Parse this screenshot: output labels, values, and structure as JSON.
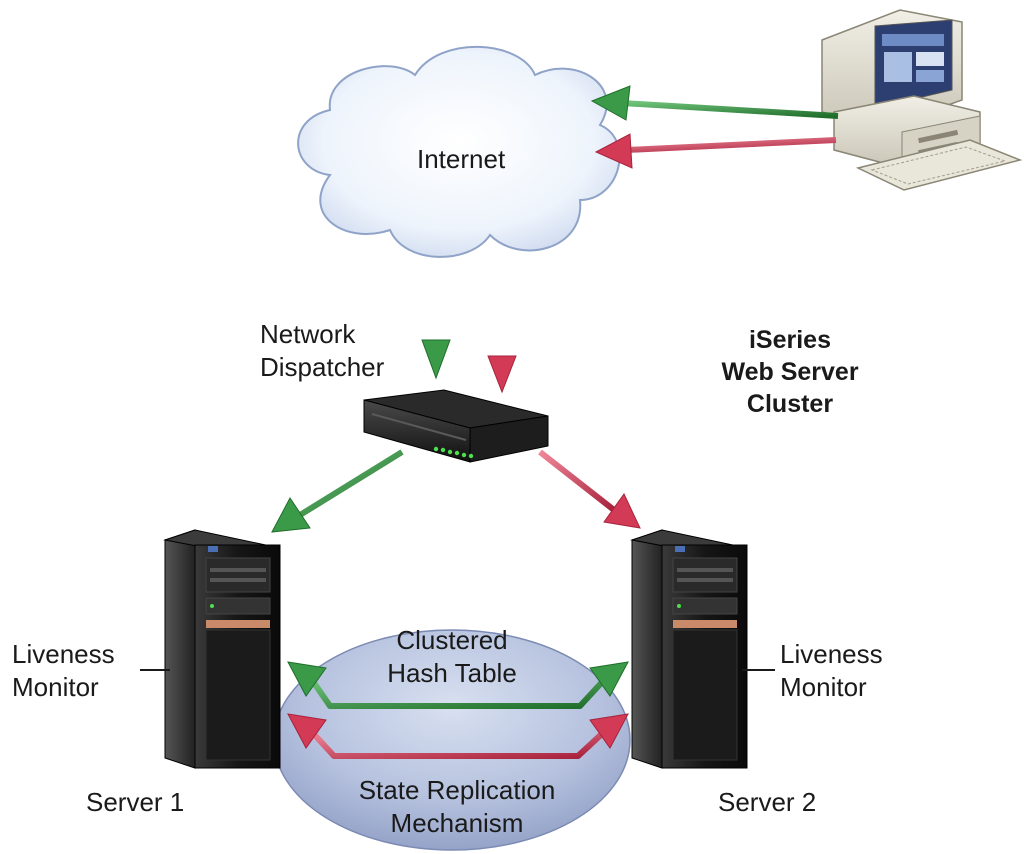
{
  "cloud": {
    "label": "Internet"
  },
  "dispatcher": {
    "label_line1": "Network",
    "label_line2": "Dispatcher"
  },
  "cluster": {
    "title_line1": "iSeries",
    "title_line2": "Web Server",
    "title_line3": "Cluster"
  },
  "hash_table": {
    "label_line1": "Clustered",
    "label_line2": "Hash Table"
  },
  "replication": {
    "label_line1": "State Replication",
    "label_line2": "Mechanism"
  },
  "server1": {
    "label": "Server 1",
    "monitor_line1": "Liveness",
    "monitor_line2": "Monitor"
  },
  "server2": {
    "label": "Server 2",
    "monitor_line1": "Liveness",
    "monitor_line2": "Monitor"
  },
  "colors": {
    "request_arrow": "#2f8b3a",
    "response_arrow": "#d23a55",
    "cloud_fill": "#e9f1fb",
    "ellipse_fill": "#aab8d8"
  }
}
